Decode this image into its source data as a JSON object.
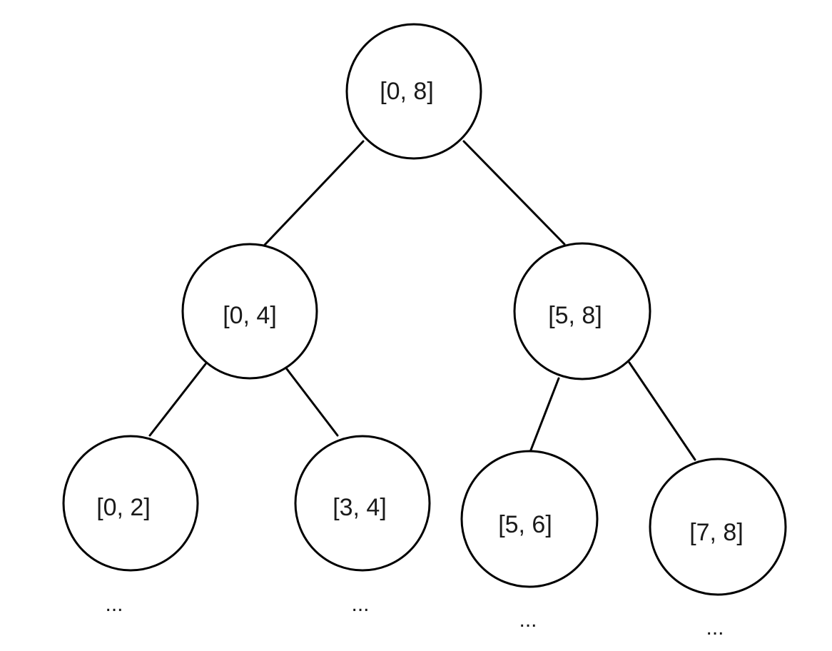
{
  "tree": {
    "nodes": [
      {
        "id": "root",
        "label": "[0, 8]"
      },
      {
        "id": "left",
        "label": "[0, 4]"
      },
      {
        "id": "right",
        "label": "[5, 8]"
      },
      {
        "id": "left-left",
        "label": "[0, 2]"
      },
      {
        "id": "left-right",
        "label": "[3, 4]"
      },
      {
        "id": "right-left",
        "label": "[5, 6]"
      },
      {
        "id": "right-right",
        "label": "[7, 8]"
      }
    ],
    "edges": [
      {
        "from": "root",
        "to": "left"
      },
      {
        "from": "root",
        "to": "right"
      },
      {
        "from": "left",
        "to": "left-left"
      },
      {
        "from": "left",
        "to": "left-right"
      },
      {
        "from": "right",
        "to": "right-left"
      },
      {
        "from": "right",
        "to": "right-right"
      }
    ],
    "continuations": [
      "...",
      "...",
      "...",
      "..."
    ]
  }
}
